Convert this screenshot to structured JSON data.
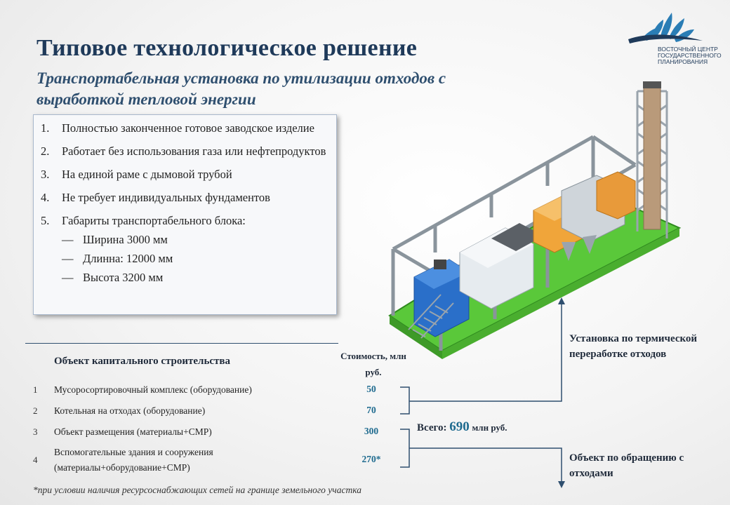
{
  "title": "Типовое технологическое решение",
  "subtitle": "Транспортабельная установка по утилизации отходов с выработкой тепловой энергии",
  "logo": {
    "text": "ВОСТОЧНЫЙ ЦЕНТР\nГОСУДАРСТВЕННОГО\nПЛАНИРОВАНИЯ",
    "color": "#1f3a5a"
  },
  "features": [
    {
      "num": "1.",
      "text": "Полностью законченное готовое заводское изделие"
    },
    {
      "num": "2.",
      "text": "Работает без использования газа или нефтепродуктов"
    },
    {
      "num": "3.",
      "text": "На единой раме с дымовой трубой"
    },
    {
      "num": "4.",
      "text": "Не требует индивидуальных фундаментов"
    },
    {
      "num": "5.",
      "text": "Габариты транспортабельного блока:"
    }
  ],
  "dimensions": [
    {
      "dash": "—",
      "text": "Ширина 3000 мм"
    },
    {
      "dash": "—",
      "text": "Длинна: 12000 мм"
    },
    {
      "dash": "—",
      "text": "Высота 3200 мм"
    }
  ],
  "table": {
    "header_object": "Объект капитального строительства",
    "header_cost": "Стоимость, млн руб.",
    "rows": [
      {
        "num": "1",
        "name": "Мусоросортировочный комплекс (оборудование)",
        "value": "50"
      },
      {
        "num": "2",
        "name": "Котельная на отходах (оборудование)",
        "value": "70"
      },
      {
        "num": "3",
        "name": "Объект размещения (материалы+СМР)",
        "value": "300"
      },
      {
        "num": "4",
        "name": "Вспомогательные здания и сооружения (материалы+оборудование+СМР)",
        "value": "270*"
      }
    ]
  },
  "total": {
    "label": "Всего:",
    "value": "690",
    "unit": "млн руб."
  },
  "label_top": "Установка по термической переработке отходов",
  "label_bottom": "Объект по обращению с отходами",
  "footnote": "*при условии наличия ресурсоснабжающих сетей на границе земельного участка",
  "colors": {
    "accent": "#1f6b8f",
    "title": "#1f3a5a",
    "frame_green": "#5ac83a"
  }
}
